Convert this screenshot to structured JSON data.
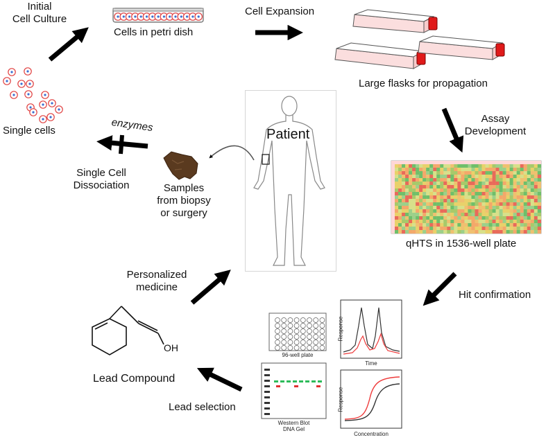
{
  "labels": {
    "initial_culture_l1": "Initial",
    "initial_culture_l2": "Cell Culture",
    "petri": "Cells in petri dish",
    "expansion": "Cell Expansion",
    "flasks": "Large flasks for propagation",
    "assay_l1": "Assay",
    "assay_l2": "Development",
    "qhts": "qHTS in 1536-well plate",
    "hit": "Hit confirmation",
    "lead_selection": "Lead selection",
    "lead_compound": "Lead Compound",
    "personalized_l1": "Personalized",
    "personalized_l2": "medicine",
    "single_cells": "Single cells",
    "enzymes": "enzymes",
    "dissociation_l1": "Single Cell",
    "dissociation_l2": "Dissociation",
    "samples_l1": "Samples",
    "samples_l2": "from biopsy",
    "samples_l3": "or surgery",
    "patient": "Patient",
    "well96": "96-well plate",
    "western_l1": "Western Blot",
    "western_l2": "DNA Gel",
    "response_top": "Response",
    "time": "Time",
    "response_bottom": "Response",
    "concentration": "Concentration",
    "oh": "OH"
  },
  "colors": {
    "arrow": "#000000",
    "cell_ring": "#e04040",
    "cell_nucleus": "#3b6fd1",
    "flask_cap": "#e01a1a",
    "flask_fill": "#fbdede",
    "curve_red": "#ee3b3b",
    "curve_black": "#333333",
    "gel_green": "#2dbb5a",
    "gel_red": "#e03030",
    "tissue": "#5a3a1f"
  },
  "icons": [
    "petri-dish-icon",
    "culture-flask-icon",
    "heatmap-plate-icon",
    "well-plate-icon",
    "gel-icon",
    "human-body-icon",
    "tissue-sample-icon",
    "molecule-structure-icon"
  ]
}
